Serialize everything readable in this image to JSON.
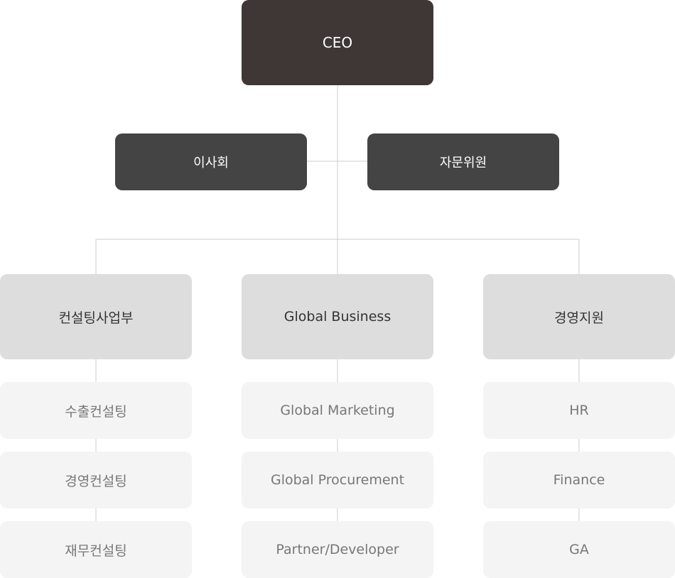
{
  "ceo": {
    "label": "CEO"
  },
  "board": [
    {
      "label": "이사회"
    },
    {
      "label": "자문위원"
    }
  ],
  "departments": [
    {
      "label": "컨설팅사업부",
      "teams": [
        "수출컨설팅",
        "경영컨설팅",
        "재무컨설팅"
      ]
    },
    {
      "label": "Global Business",
      "teams": [
        "Global Marketing",
        "Global Procurement",
        "Partner/Developer"
      ]
    },
    {
      "label": "경영지원",
      "teams": [
        "HR",
        "Finance",
        "GA"
      ]
    }
  ],
  "colors": {
    "ceo_bg": "#3e3735",
    "board_bg": "#444444",
    "department_bg": "#dddddd",
    "team_bg": "#f4f4f4",
    "connector": "#cccccc"
  }
}
